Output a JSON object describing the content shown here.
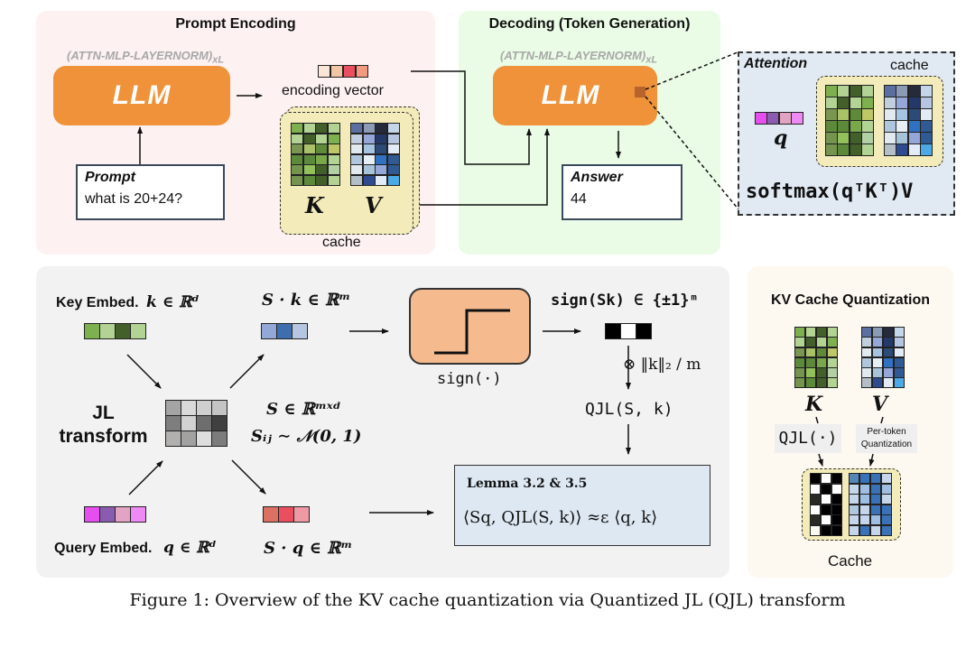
{
  "prompt_encoding": {
    "title": "Prompt Encoding",
    "layer_label": "(ATTN-MLP-LAYERNORM)",
    "layer_sub": "xL",
    "llm_label": "LLM",
    "prompt_head": "Prompt",
    "prompt_text": "what is 20+24?",
    "encoding_label": "encoding vector",
    "cache_label": "cache",
    "k_label": "K",
    "v_label": "V"
  },
  "decoding": {
    "title": "Decoding (Token Generation)",
    "layer_label": "(ATTN-MLP-LAYERNORM)",
    "layer_sub": "xL",
    "llm_label": "LLM",
    "answer_head": "Answer",
    "answer_text": "44"
  },
  "attention": {
    "title": "Attention",
    "cache_label": "cache",
    "q_label": "q",
    "formula": "softmax(qᵀKᵀ)V"
  },
  "jl": {
    "key_embed_label": "Key Embed.",
    "key_embed_math": "k ∈ ℝᵈ",
    "sk_math": "S · k ∈ ℝᵐ",
    "jl_label_1": "JL",
    "jl_label_2": "transform",
    "s_def_1": "S ∈ ℝᵐˣᵈ",
    "s_def_2": "Sᵢⱼ ∼ 𝒩(0, 1)",
    "query_embed_label": "Query Embed.",
    "query_embed_math": "q ∈ ℝᵈ",
    "sq_math": "S · q ∈ ℝᵐ",
    "sign_label": "sign(·)",
    "sign_out": "sign(Sk) ∈ {±1}ᵐ",
    "scale_label": "⊗  ‖k‖₂ / m",
    "qjl_label": "QJL(S, k)",
    "lemma_title": "Lemma 3.2 & 3.5",
    "lemma_formula": "⟨Sq, QJL(S, k)⟩ ≈ε ⟨q, k⟩"
  },
  "kvq": {
    "title": "KV Cache Quantization",
    "k_label": "K",
    "v_label": "V",
    "qjl_op": "QJL(·)",
    "pt_op_1": "Per-token",
    "pt_op_2": "Quantization",
    "cache_label": "Cache"
  },
  "caption": "Figure 1: Overview of the KV cache quantization via Quantized JL (QJL) transform",
  "colors": {
    "llm": "#ef923a",
    "prompt_panel": "#fdf1f1",
    "decode_panel": "#eafbe6",
    "attention_panel": "#e1e9f3",
    "jl_panel": "#f2f2f2",
    "kvq_panel": "#fdf8f0",
    "cache_fill": "#f3ebb9",
    "sign_box": "#f5bb8e",
    "lemma_box": "#dde8f3"
  },
  "matrices": {
    "K": [
      "#7fb04f",
      "#b3d394",
      "#435f2a",
      "#b3d394",
      "#b3d394",
      "#435f2a",
      "#b3d394",
      "#7fb04f",
      "#7a9650",
      "#a9c266",
      "#5f8a3a",
      "#bdc768",
      "#5d8a3a",
      "#5d8a3a",
      "#78a84a",
      "#b3d394",
      "#75944e",
      "#92c05a",
      "#435f2a",
      "#b3d0a4",
      "#75944e",
      "#5d8a3a",
      "#435f2a",
      "#b3d394"
    ],
    "V": [
      "#5b6fa0",
      "#8b9bb5",
      "#252b3a",
      "#c5d6ea",
      "#c0cede",
      "#95a6d8",
      "#24386a",
      "#b6c6e2",
      "#e3eaef",
      "#a7c3e2",
      "#2d4b77",
      "#e3ecf6",
      "#afc6dc",
      "#e6eef6",
      "#3171c2",
      "#2f5a93",
      "#e3eaef",
      "#a7c3d9",
      "#95a6d8",
      "#2f5a93",
      "#b4bec8",
      "#2f4b8f",
      "#e3ecf6",
      "#4aa9e6"
    ],
    "Vq": [
      "#5487b8",
      "#3a72b8",
      "#3a72b8",
      "#c5d6ea",
      "#c5d6ea",
      "#9ebee2",
      "#3a72b8",
      "#9ebee2",
      "#c5d6ea",
      "#9ebee2",
      "#3a72b8",
      "#c5d6ea",
      "#b0c8de",
      "#c5d6ea",
      "#3a72b8",
      "#3a72b8",
      "#c5d6ea",
      "#c5d6ea",
      "#9ebee2",
      "#3a72b8",
      "#c5d6ea",
      "#3a72b8",
      "#c5d6ea",
      "#3a72b8"
    ],
    "Kbin": [
      "#000",
      "#fff",
      "#000",
      "#fff",
      "#000",
      "#fff",
      "#2a2a24",
      "#fff",
      "#000",
      "#fff",
      "#000",
      "#000",
      "#2a2a24",
      "#fff",
      "#000",
      "#fcfaf0",
      "#000",
      "#000"
    ],
    "S": [
      "#a4a4a4",
      "#dadada",
      "#cfcfcf",
      "#c4c4c4",
      "#7e7e7e",
      "#d2d2d2",
      "#6e6e6e",
      "#404040",
      "#b2b0ae",
      "#a2a2a2",
      "#dedede",
      "#7c7c7c"
    ],
    "key_vec": [
      "#7fb04f",
      "#b3d394",
      "#435f2a",
      "#b3d394"
    ],
    "sk_vec": [
      "#94a8d8",
      "#3e6eae",
      "#b6c6e2"
    ],
    "q_vec": [
      "#e64ef0",
      "#8a5cb0",
      "#e2a4c2",
      "#ee8af4"
    ],
    "sq_vec": [
      "#dc7062",
      "#ea4f60",
      "#ee9aa4"
    ],
    "enc_vec": [
      "#f9e6d6",
      "#f2c6a4",
      "#ea4f60",
      "#f29a80"
    ],
    "sign_vec": [
      "#000",
      "#fff",
      "#000"
    ]
  }
}
